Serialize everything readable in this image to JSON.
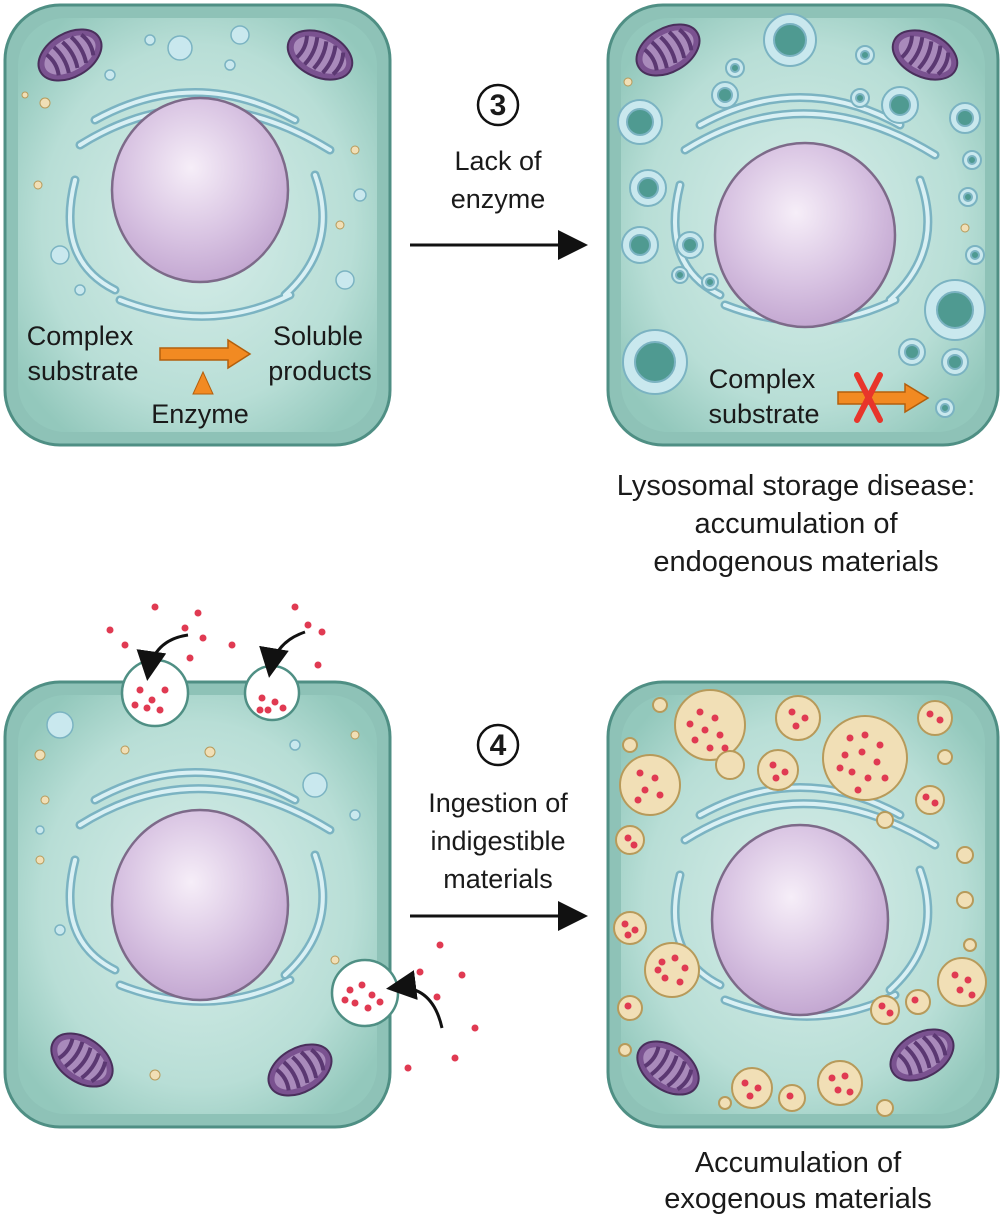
{
  "panel3": {
    "step_number": "3",
    "arrow_label_line1": "Lack of",
    "arrow_label_line2": "enzyme",
    "normal_cell": {
      "substrate_line1": "Complex",
      "substrate_line2": "substrate",
      "products_line1": "Soluble",
      "products_line2": "products",
      "enzyme_label": "Enzyme"
    },
    "disease_cell": {
      "substrate_line1": "Complex",
      "substrate_line2": "substrate"
    },
    "caption_line1": "Lysosomal storage disease:",
    "caption_line2": "accumulation of",
    "caption_line3": "endogenous materials"
  },
  "panel4": {
    "step_number": "4",
    "arrow_label_line1": "Ingestion of",
    "arrow_label_line2": "indigestible",
    "arrow_label_line3": "materials",
    "caption_line1": "Accumulation of",
    "caption_line2": "exogenous materials"
  },
  "colors": {
    "cytoplasm": "#9fcfc3",
    "cell_border": "#4f8f84",
    "nucleus": "#d7bfe0",
    "er": "#bfe3ea",
    "mitochondria": "#7d5592",
    "lysosome_storage": "#4f9a91",
    "inclusion_fill": "#f1dfb6",
    "particles": "#e03a52",
    "enzyme_arrow": "#f28a22",
    "block_x": "#e8352b"
  }
}
